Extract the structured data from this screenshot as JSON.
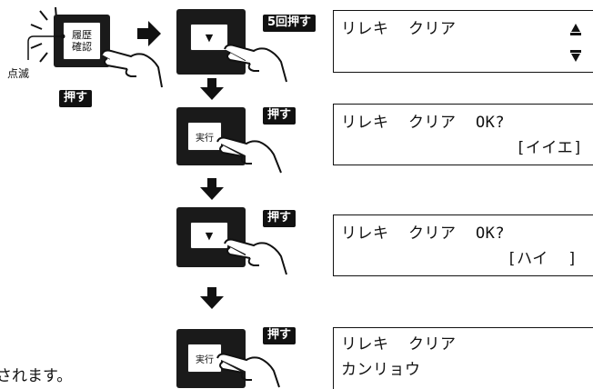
{
  "left_key": {
    "label_line1": "履歴",
    "label_line2": "確認",
    "blink_label": "点滅",
    "action_label": "押す"
  },
  "steps": [
    {
      "action_label": "5回押す",
      "key_symbol": "▼",
      "display_line1": "リレキ  クリア",
      "display_line2": "",
      "scroll_up_icon": "triangle-up",
      "scroll_down_icon": "triangle-down"
    },
    {
      "action_label": "押す",
      "key_symbol": "実行",
      "display_line1": "リレキ  クリア  OK?",
      "display_line2": "[イイエ]"
    },
    {
      "action_label": "押す",
      "key_symbol": "▼",
      "display_line1": "リレキ  クリア  OK?",
      "display_line2": "[ハイ  ]"
    },
    {
      "action_label": "押す",
      "key_symbol": "実行",
      "display_line1": "リレキ  クリア",
      "display_line2": "カンリョウ"
    }
  ],
  "caption": "されます。",
  "colors": {
    "ink": "#111111",
    "paper": "#ffffff"
  }
}
